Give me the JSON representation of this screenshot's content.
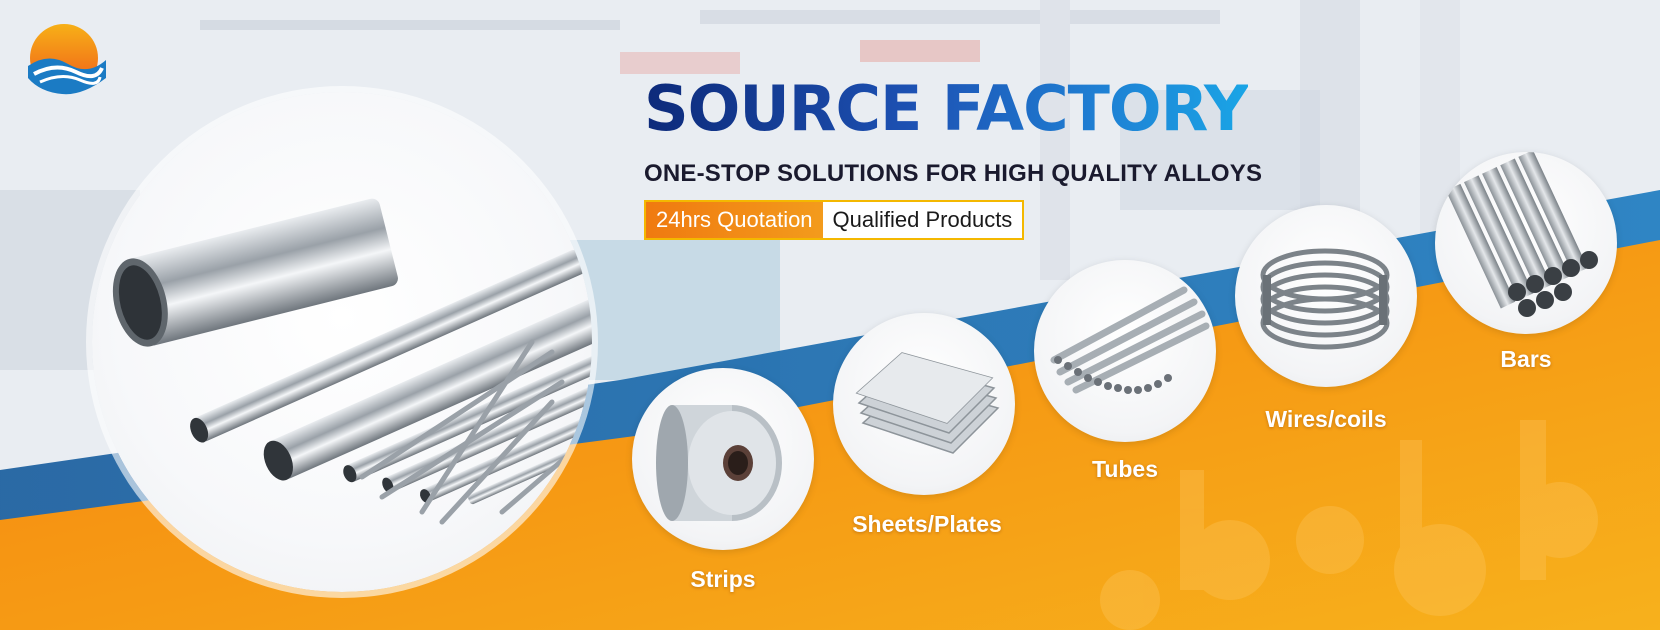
{
  "headline": {
    "title": "SOURCE FACTORY",
    "subtitle": "ONE-STOP SOLUTIONS FOR HIGH QUALITY ALLOYS"
  },
  "badges": {
    "primary": "24hrs Quotation",
    "secondary": "Qualified Products"
  },
  "products": [
    {
      "label": "Strips",
      "icon": "strip-coil-icon"
    },
    {
      "label": "Sheets/Plates",
      "icon": "sheet-stack-icon"
    },
    {
      "label": "Tubes",
      "icon": "tube-bundle-icon"
    },
    {
      "label": "Wires/coils",
      "icon": "wire-coil-icon"
    },
    {
      "label": "Bars",
      "icon": "round-bars-icon"
    }
  ],
  "colors": {
    "brand_blue": "#1d52b4",
    "brand_orange": "#f07a10",
    "badge_border": "#f4b800",
    "band_blue": "#1c6fb0"
  },
  "logo": {
    "icon": "sun-wave-logo"
  }
}
